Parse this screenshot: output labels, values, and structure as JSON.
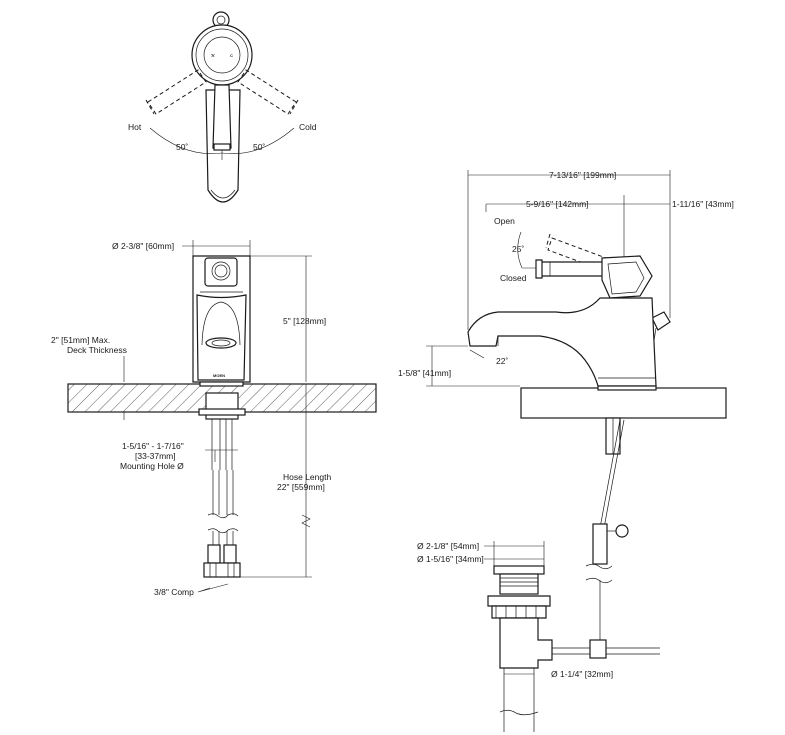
{
  "top_view": {
    "hot": "Hot",
    "cold": "Cold",
    "angle_left": "50˚",
    "angle_right": "50˚"
  },
  "front_view": {
    "base_diameter": "Ø 2-3/8\" [60mm]",
    "height": "5\" [128mm]",
    "deck_thickness_line1": "2\" [51mm] Max.",
    "deck_thickness_line2": "Deck Thickness",
    "mount_hole_line1": "1-5/16\" - 1-7/16\"",
    "mount_hole_line2": "[33-37mm]",
    "mount_hole_line3": "Mounting Hole Ø",
    "hose_length_line1": "Hose Length",
    "hose_length_line2": "22\" [559mm]",
    "comp_fitting": "3/8\" Comp",
    "brand_mark": "MOEN"
  },
  "side_view": {
    "overall_length": "7-13/16\" [199mm]",
    "spout_reach": "5-9/16\" [142mm]",
    "rear_offset": "1-11/16\" [43mm]",
    "open": "Open",
    "closed": "Closed",
    "lever_angle": "25˚",
    "spout_angle": "22˚",
    "spout_height": "1-5/8\" [41mm]"
  },
  "drain": {
    "flange_diameter": "Ø 2-1/8\" [54mm]",
    "body_diameter": "Ø 1-5/16\" [34mm]",
    "tailpiece_diameter": "Ø 1-1/4\" [32mm]"
  }
}
